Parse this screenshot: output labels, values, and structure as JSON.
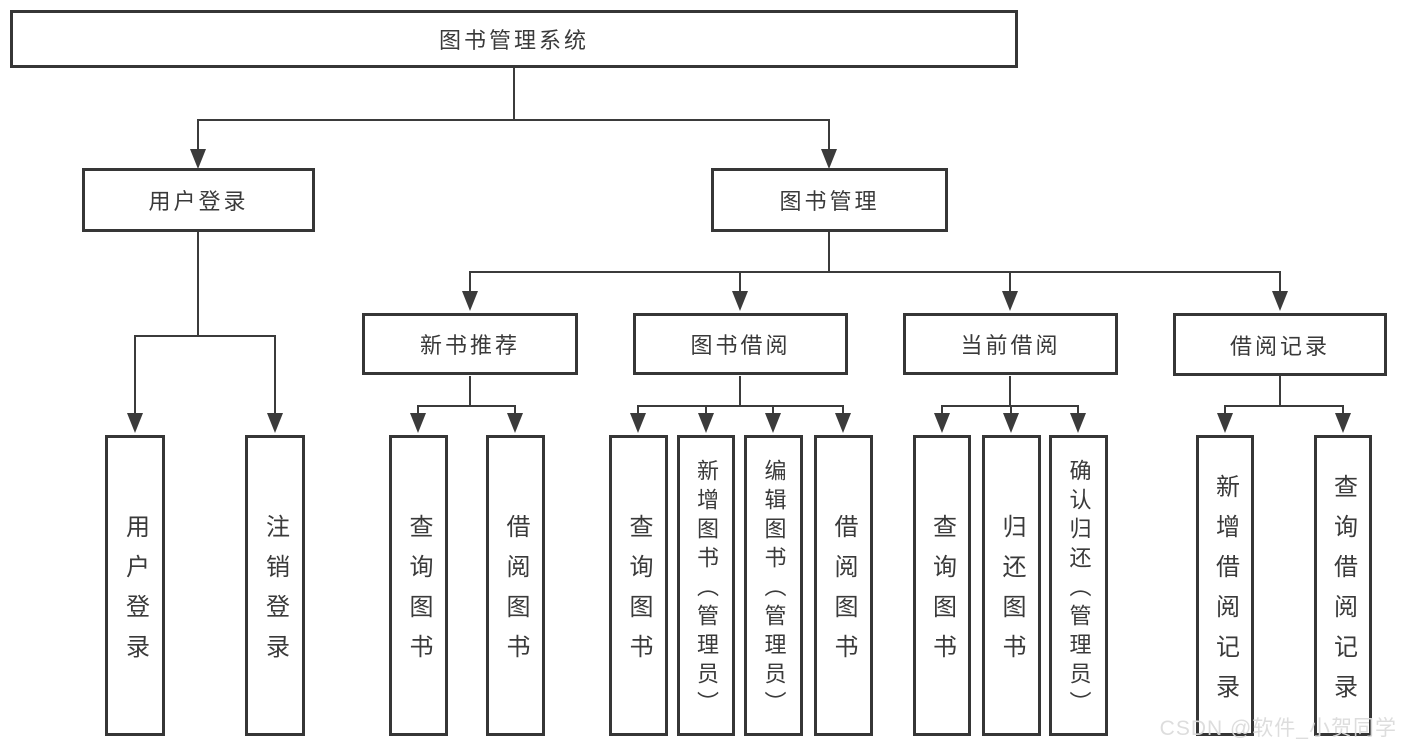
{
  "diagram_title": "图书管理系统",
  "watermark": "CSDN @软件_小贺同学",
  "colors": {
    "background": "#ffffff",
    "line": "#3b3b3b",
    "box_border": "#363636",
    "text": "#3a3a3a",
    "watermark": "#dbdbdb"
  },
  "nodes": {
    "root": "图书管理系统",
    "branch_user_login": "用户登录",
    "branch_book_mgmt": "图书管理",
    "group_new_book_rec": "新书推荐",
    "group_book_borrow": "图书借阅",
    "group_current_borrow": "当前借阅",
    "group_borrow_records": "借阅记录",
    "leaf_user_login": "用户登录",
    "leaf_logout": "注销登录",
    "leaf_rec_query_book": "查询图书",
    "leaf_rec_borrow_book": "借阅图书",
    "leaf_bb_query_book": "查询图书",
    "leaf_bb_add_book": "新增图书（管理员）",
    "leaf_bb_edit_book": "编辑图书（管理员）",
    "leaf_bb_borrow_book": "借阅图书",
    "leaf_cb_query_book": "查询图书",
    "leaf_cb_return_book": "归还图书",
    "leaf_cb_confirm_return": "确认归还（管理员）",
    "leaf_br_add_record": "新增借阅记录",
    "leaf_br_query_record": "查询借阅记录"
  },
  "edges": [
    {
      "parent": "图书管理系统",
      "children": [
        "用户登录",
        "图书管理"
      ]
    },
    {
      "parent": "用户登录",
      "children": [
        "用户登录",
        "注销登录"
      ]
    },
    {
      "parent": "图书管理",
      "children": [
        "新书推荐",
        "图书借阅",
        "当前借阅",
        "借阅记录"
      ]
    },
    {
      "parent": "新书推荐",
      "children": [
        "查询图书",
        "借阅图书"
      ]
    },
    {
      "parent": "图书借阅",
      "children": [
        "查询图书",
        "新增图书（管理员）",
        "编辑图书（管理员）",
        "借阅图书"
      ]
    },
    {
      "parent": "当前借阅",
      "children": [
        "查询图书",
        "归还图书",
        "确认归还（管理员）"
      ]
    },
    {
      "parent": "借阅记录",
      "children": [
        "新增借阅记录",
        "查询借阅记录"
      ]
    }
  ]
}
